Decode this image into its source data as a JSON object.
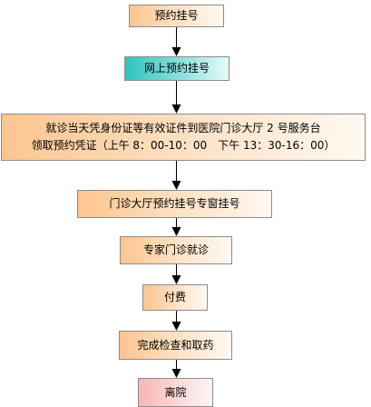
{
  "steps": [
    {
      "id": "appointment",
      "label": "预约挂号",
      "color": "#fcc58f"
    },
    {
      "id": "online",
      "label": "网上预约挂号",
      "color": "#2fc3bd"
    },
    {
      "id": "voucher",
      "line1": "就诊当天凭身份证等有效证件到医院门诊大厅 2 号服务台",
      "line2": "领取预约凭证（上午 8：00-10：00　下午 13：30-16：00）",
      "color": "#fcc58f"
    },
    {
      "id": "window",
      "label": "门诊大厅预约挂号专窗挂号",
      "color": "#fcc58f"
    },
    {
      "id": "specialist",
      "label": "专家门诊就诊",
      "color": "#fcc58f"
    },
    {
      "id": "payment",
      "label": "付费",
      "color": "#fcc58f"
    },
    {
      "id": "exam",
      "label": "完成检查和取药",
      "color": "#fcc58f"
    },
    {
      "id": "leave",
      "label": "离院",
      "color": "#f7b6b4"
    }
  ]
}
